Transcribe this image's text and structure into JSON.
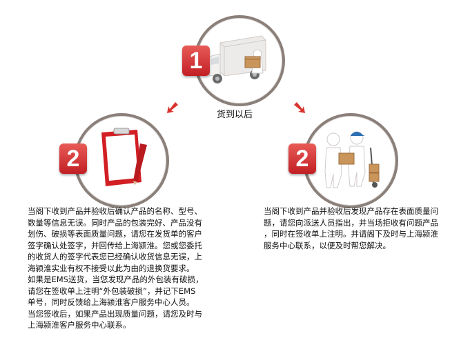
{
  "step_top": {
    "badge": "1",
    "caption": "货到以后",
    "illustration": "delivery-truck"
  },
  "step_left": {
    "badge": "2",
    "illustration": "clipboard-pen",
    "paragraphs": [
      "当阁下收到产品并验收后确认产品的名称、型号、\n数量等信息无误。同时产品的包装完好、产品没有\n划伤、破损等表面质量问题，请您在发货单的客户\n签字确认处签字，并回传给上海颍淮。您或您委托\n的收货人的签字代表您已经确认收货信息无误，上\n海颍淮实业有权不接受以此为由的退换货要求。",
      "如果是EMS送货，当您发现产品的外包装有破损，\n请您在签收单上注明“外包装破损”，并记下EMS\n单号，同时反馈给上海颍淮客户服务中心人员。",
      "当您签收后，如果产品出现质量问题，请您及时与\n上海颍淮客户服务中心联系。"
    ]
  },
  "step_right": {
    "badge": "2",
    "illustration": "courier-handover",
    "paragraphs": [
      "当阁下收到产品并验收后发现产品存在表面质量问\n题，请您向派送人员指出，并当场拒收有问题产品\n，同时在签收单上注明。并请阁下及时与上海颍淮\n服务中心联系，以便及时帮您解决。"
    ]
  },
  "colors": {
    "badge_red": "#c21f24",
    "ring_border": "#8a7f79",
    "arrow_red": "#d9342f"
  }
}
